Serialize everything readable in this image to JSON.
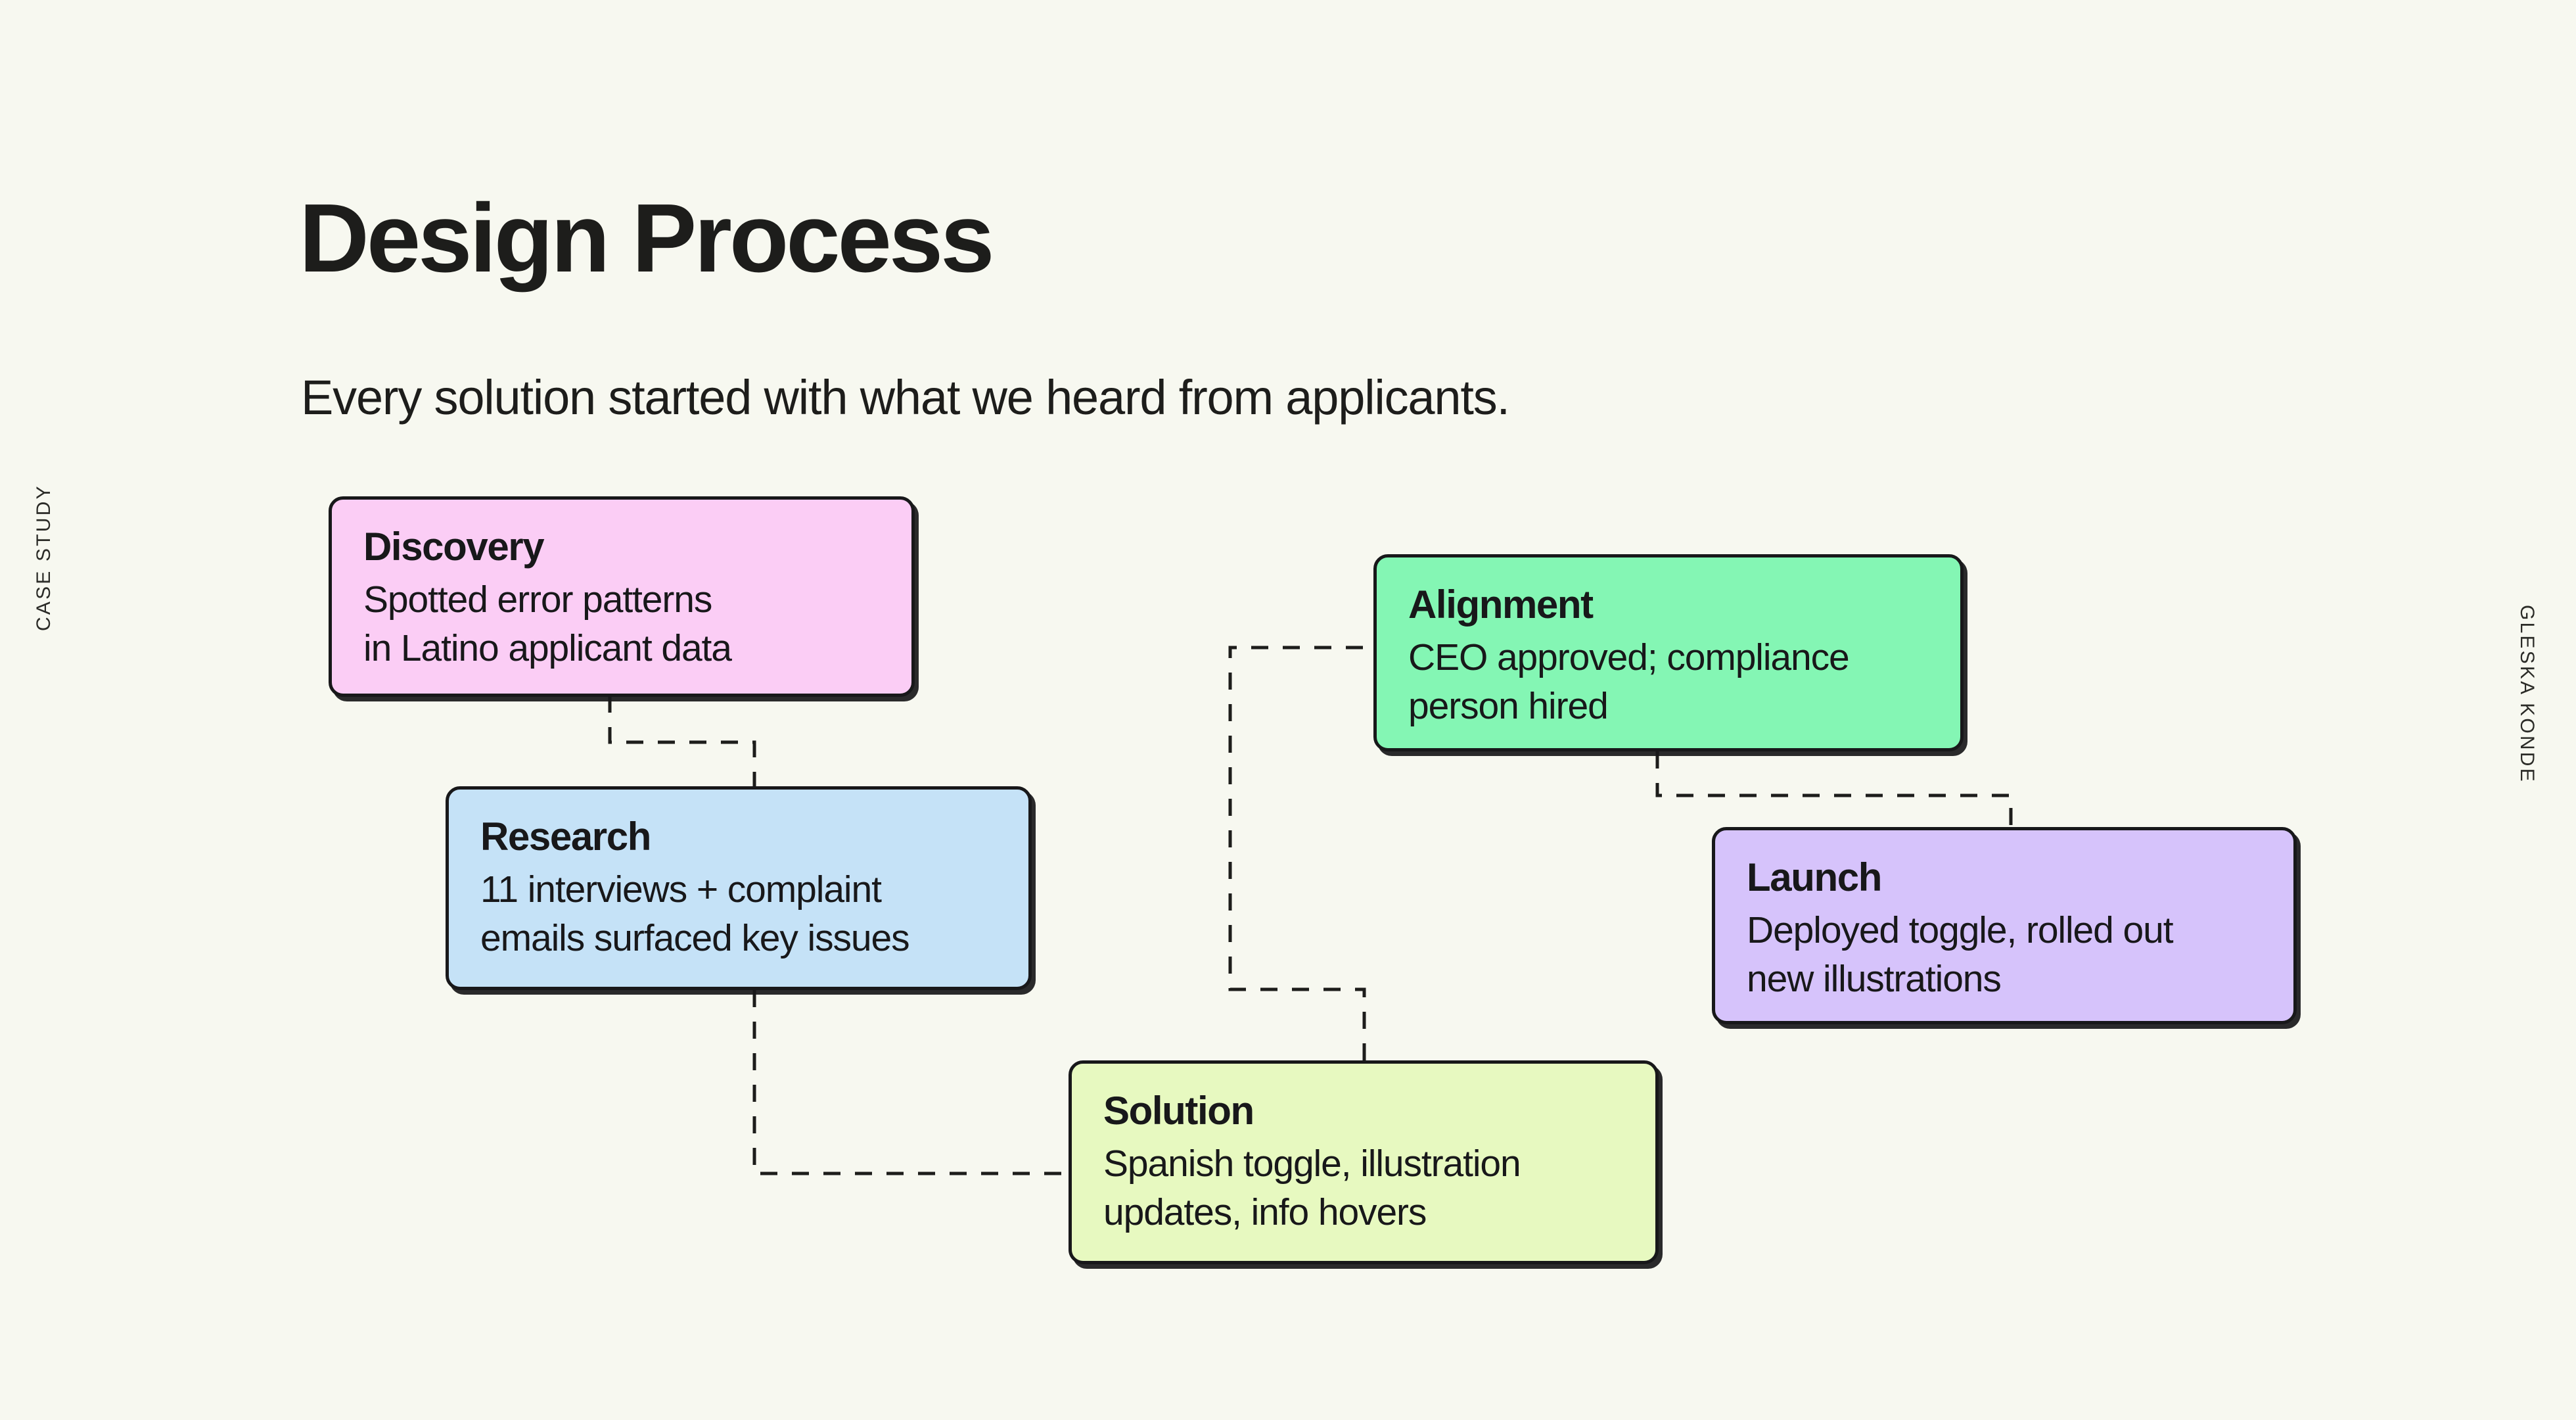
{
  "page": {
    "background_color": "#f7f8f0",
    "ink_color": "#18181a",
    "title": "Design Process",
    "subtitle": "Every solution started with what we heard from applicants."
  },
  "rails": {
    "left_label": "CASE STUDY",
    "right_label": "GLESKA KONDE"
  },
  "flow": {
    "steps": [
      {
        "id": "discovery",
        "title": "Discovery",
        "body": "Spotted error patterns\nin Latino applicant data",
        "color": "#fbcdf5"
      },
      {
        "id": "research",
        "title": "Research",
        "body": "11 interviews + complaint\nemails surfaced key issues",
        "color": "#c5e2f7"
      },
      {
        "id": "solution",
        "title": "Solution",
        "body": "Spanish toggle, illustration\nupdates, info hovers",
        "color": "#e7f9c0"
      },
      {
        "id": "alignment",
        "title": "Alignment",
        "body": "CEO approved; compliance\nperson hired",
        "color": "#84f6b4"
      },
      {
        "id": "launch",
        "title": "Launch",
        "body": "Deployed toggle, rolled out\nnew illustrations",
        "color": "#d6c3fb"
      }
    ],
    "connections": [
      {
        "from": "discovery",
        "to": "research"
      },
      {
        "from": "research",
        "to": "solution"
      },
      {
        "from": "solution",
        "to": "alignment"
      },
      {
        "from": "alignment",
        "to": "launch"
      }
    ],
    "connector_style": "dashed-orthogonal"
  }
}
